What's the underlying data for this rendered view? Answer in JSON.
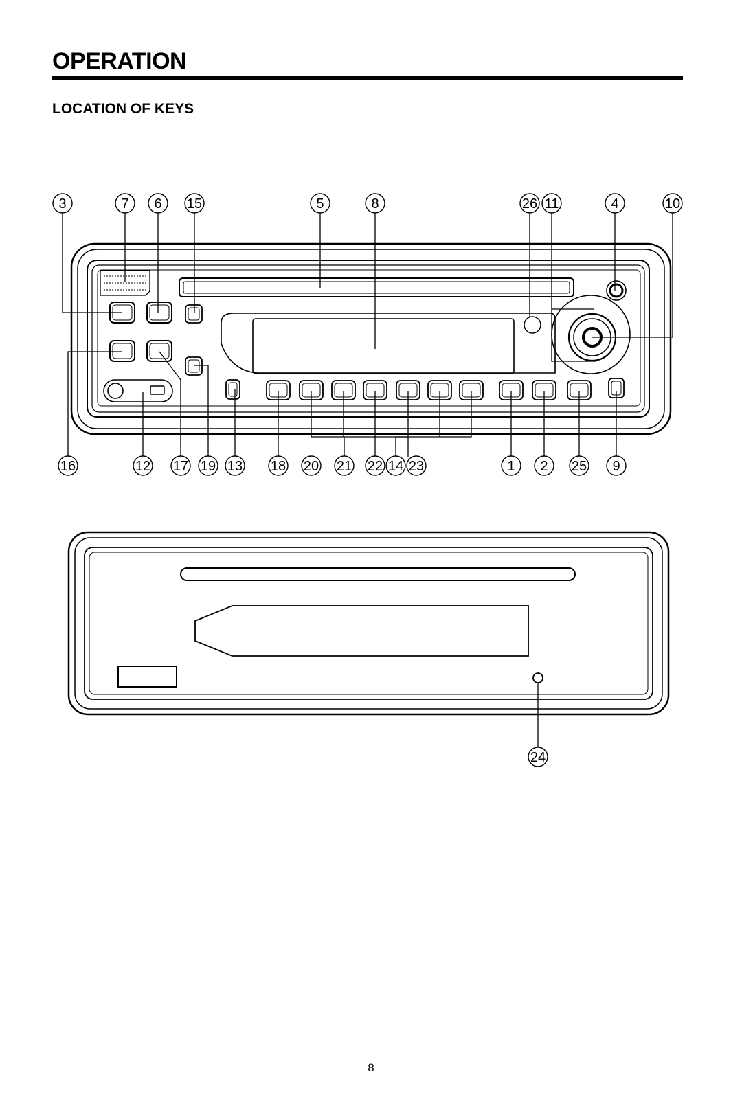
{
  "header": {
    "title": "OPERATION",
    "subtitle": "LOCATION OF KEYS"
  },
  "page_number": "8",
  "callouts_top": [
    "3",
    "7",
    "6",
    "15",
    "5",
    "8",
    "26",
    "11",
    "4",
    "10"
  ],
  "callouts_bottom": [
    "16",
    "12",
    "17",
    "19",
    "13",
    "18",
    "20",
    "21",
    "22",
    "14",
    "23",
    "1",
    "2",
    "25",
    "9"
  ],
  "callout_faceplate": [
    "24"
  ]
}
